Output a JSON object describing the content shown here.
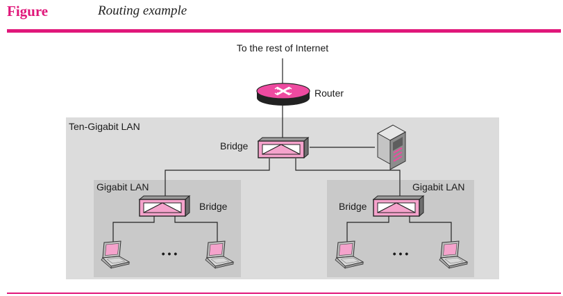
{
  "figure": {
    "label": "Figure",
    "title": "Routing example"
  },
  "diagram": {
    "internet_label": "To the rest of Internet",
    "router_label": "Router",
    "ten_gig_lan_label": "Ten-Gigabit LAN",
    "top_bridge_label": "Bridge",
    "left_lan_label": "Gigabit LAN",
    "left_bridge_label": "Bridge",
    "right_lan_label": "Gigabit LAN",
    "right_bridge_label": "Bridge",
    "left_ellipsis": "• • •",
    "right_ellipsis": "• • •"
  },
  "colors": {
    "accent": "#e0177a",
    "device_pink": "#f5a3cc",
    "lan_gray": "#dcdcdc",
    "inner_lan_gray": "#cfcfcf",
    "line": "#222222"
  },
  "icons": {
    "router": "router-icon",
    "bridge": "bridge-icon",
    "server": "server-icon",
    "laptop": "laptop-icon"
  }
}
